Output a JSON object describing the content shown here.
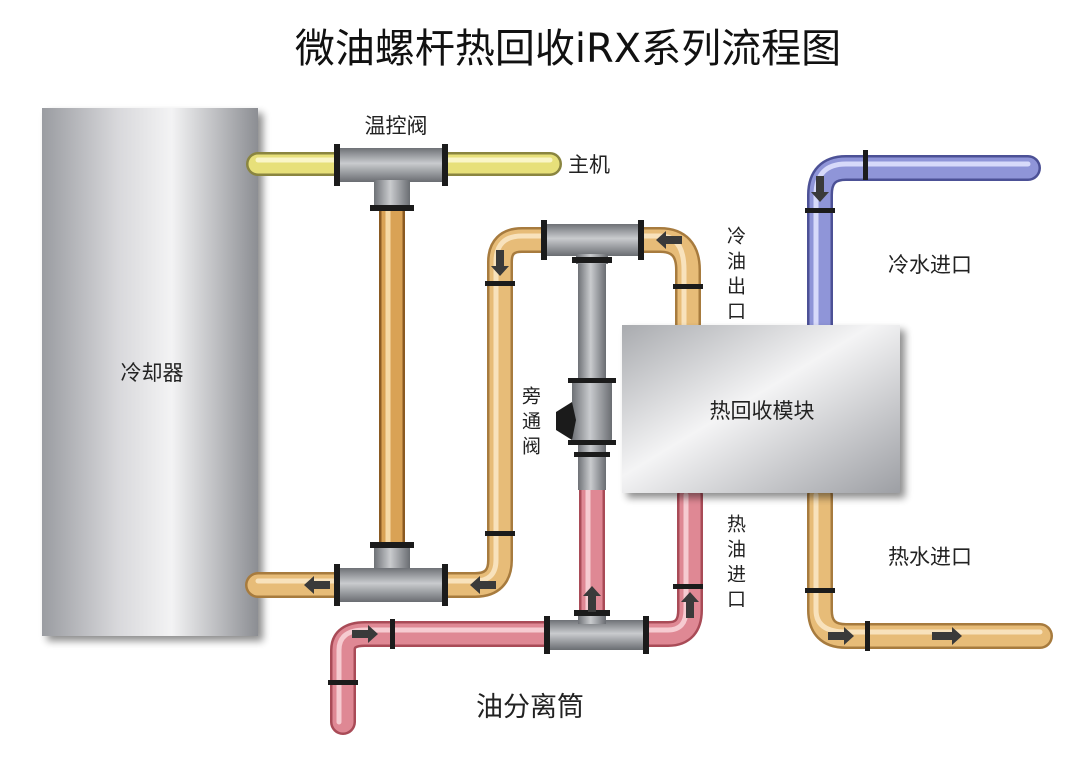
{
  "title": "微油螺杆热回收iRX系列流程图",
  "labels": {
    "cooler": "冷却器",
    "thermo_valve": "温控阀",
    "main_unit": "主机",
    "cold_oil_out": "冷油出口",
    "cold_water_in": "冷水进口",
    "bypass_valve": "旁通阀",
    "heat_module": "热回收模块",
    "hot_oil_in": "热油进口",
    "hot_water_in": "热水进口",
    "separator": "油分离筒"
  },
  "colors": {
    "yellow_pipe": "#e7e07a",
    "orange_pipe": "#e7bc78",
    "red_pipe": "#df8894",
    "blue_pipe": "#8f95d8",
    "gray_pipe": "#8f9297"
  }
}
